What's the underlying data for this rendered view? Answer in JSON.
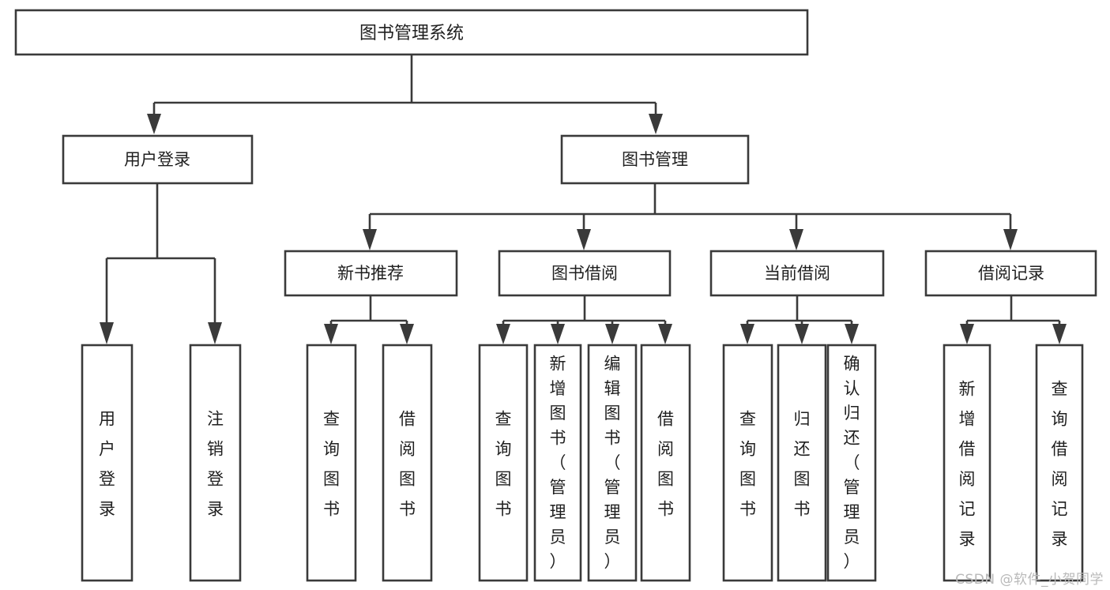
{
  "diagram": {
    "title": "图书管理系统",
    "type": "hierarchy-tree",
    "watermark": "CSDN @软件_小贺同学",
    "colors": {
      "stroke": "#3a3a3a",
      "fill": "#ffffff",
      "text": "#1f1f1f",
      "watermark": "#b9b9b9"
    },
    "levels": {
      "root": {
        "label": "图书管理系统"
      },
      "level2": [
        {
          "id": "user-login",
          "label": "用户登录"
        },
        {
          "id": "book-manage",
          "label": "图书管理"
        }
      ],
      "level3": [
        {
          "id": "new-book-recommend",
          "label": "新书推荐",
          "parent": "book-manage"
        },
        {
          "id": "book-borrow",
          "label": "图书借阅",
          "parent": "book-manage"
        },
        {
          "id": "current-borrow",
          "label": "当前借阅",
          "parent": "book-manage"
        },
        {
          "id": "borrow-record",
          "label": "借阅记录",
          "parent": "book-manage"
        }
      ],
      "leaves": [
        {
          "id": "leaf-user-login",
          "label": "用户登录",
          "parent": "user-login"
        },
        {
          "id": "leaf-logout-login",
          "label": "注销登录",
          "parent": "user-login"
        },
        {
          "id": "leaf-query-book-1",
          "label": "查询图书",
          "parent": "new-book-recommend"
        },
        {
          "id": "leaf-borrow-book-1",
          "label": "借阅图书",
          "parent": "new-book-recommend"
        },
        {
          "id": "leaf-query-book-2",
          "label": "查询图书",
          "parent": "book-borrow"
        },
        {
          "id": "leaf-add-book",
          "label": "新增图书（管理员）",
          "parent": "book-borrow"
        },
        {
          "id": "leaf-edit-book",
          "label": "编辑图书（管理员）",
          "parent": "book-borrow"
        },
        {
          "id": "leaf-borrow-book-2",
          "label": "借阅图书",
          "parent": "book-borrow"
        },
        {
          "id": "leaf-query-book-3",
          "label": "查询图书",
          "parent": "current-borrow"
        },
        {
          "id": "leaf-return-book",
          "label": "归还图书",
          "parent": "current-borrow"
        },
        {
          "id": "leaf-confirm-return",
          "label": "确认归还（管理员）",
          "parent": "current-borrow"
        },
        {
          "id": "leaf-add-record",
          "label": "新增借阅记录",
          "parent": "borrow-record"
        },
        {
          "id": "leaf-query-record",
          "label": "查询借阅记录",
          "parent": "borrow-record"
        }
      ]
    }
  }
}
